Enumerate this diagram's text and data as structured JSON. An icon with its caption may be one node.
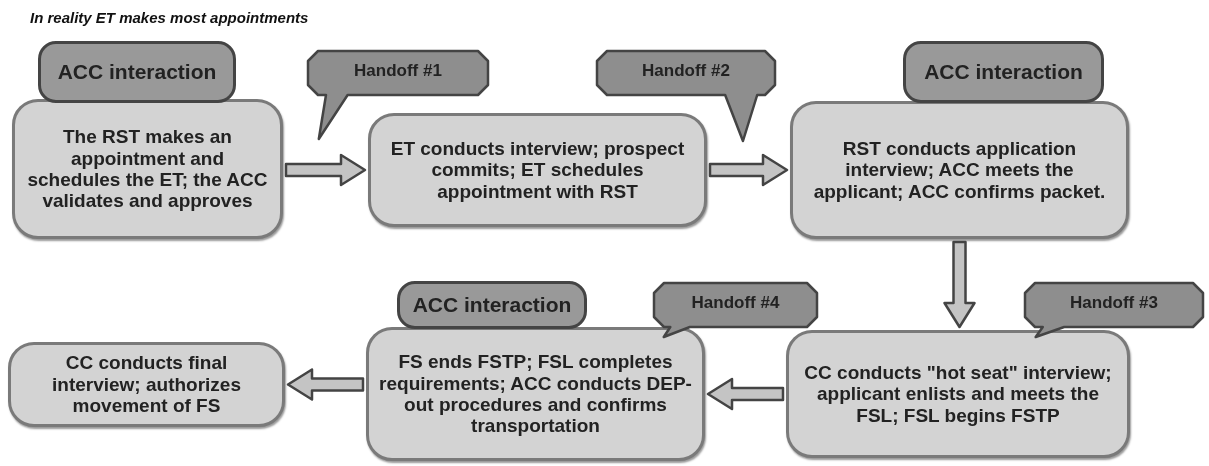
{
  "diagram": {
    "title": "In reality ET makes most appointments",
    "nodes": [
      {
        "text": [
          "ACC interaction"
        ]
      },
      {
        "text": [
          "The RST makes an appointment and schedules the ET; the ACC validates and approves"
        ]
      },
      {
        "text": [
          "Handoff #1"
        ]
      },
      {
        "text": [
          "ET conducts interview; prospect commits; ET schedules appointment with RST"
        ]
      },
      {
        "text": [
          "Handoff #2"
        ]
      },
      {
        "text": [
          "ACC interaction"
        ]
      },
      {
        "text": [
          "RST conducts application interview; ACC meets the applicant; ACC confirms packet."
        ]
      },
      {
        "text": [
          "ACC interaction"
        ]
      },
      {
        "text": [
          "Handoff #4"
        ]
      },
      {
        "text": [
          "Handoff #3"
        ]
      },
      {
        "text": [
          "CC conducts final interview; authorizes movement of FS"
        ]
      },
      {
        "text": [
          "FS ends FSTP; FSL completes requirements; ACC conducts DEP-out procedures and confirms transportation"
        ]
      },
      {
        "text": [
          "CC conducts \"hot seat\" interview; applicant enlists and meets the FSL; FSL begins FSTP"
        ]
      }
    ],
    "edges": [
      {
        "from": 1,
        "to": 3,
        "arrow": "to"
      },
      {
        "from": 3,
        "to": 6,
        "arrow": "to"
      },
      {
        "from": 6,
        "to": 12,
        "arrow": "to"
      },
      {
        "from": 12,
        "to": 11,
        "arrow": "to"
      },
      {
        "from": 11,
        "to": 10,
        "arrow": "to"
      }
    ]
  }
}
